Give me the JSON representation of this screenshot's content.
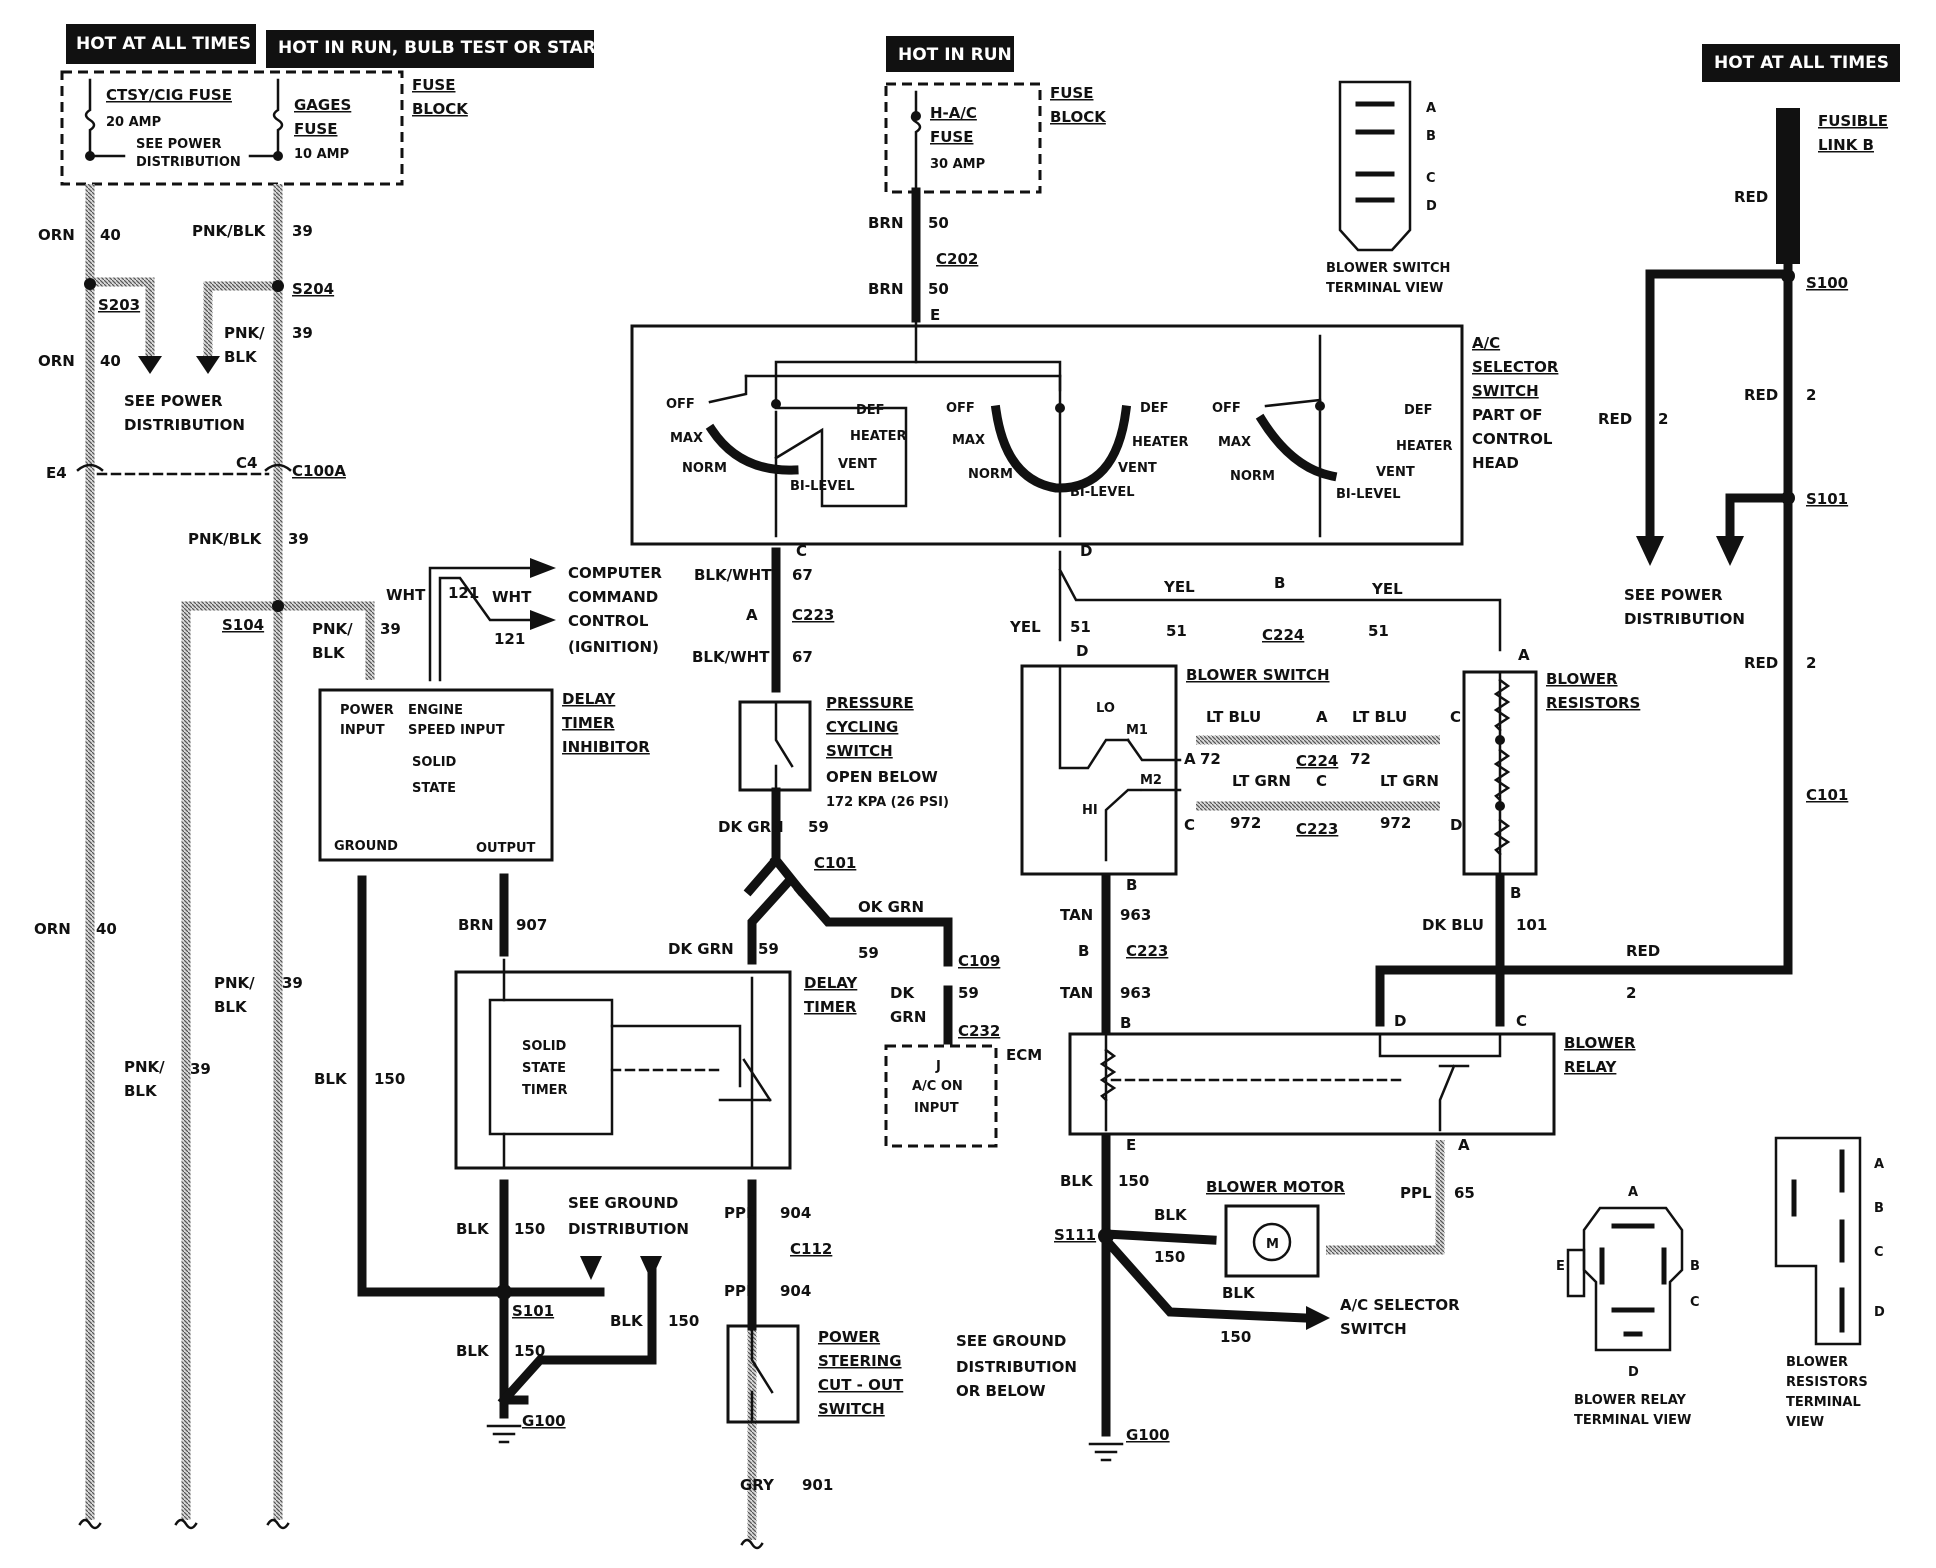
{
  "headers": {
    "hot_left": "HOT AT ALL TIMES",
    "hot_run_bulb": "HOT IN RUN,  BULB TEST OR START",
    "hot_run": "HOT IN RUN",
    "hot_right": "HOT AT ALL TIMES"
  },
  "fuse_block_left": {
    "label1": "FUSE",
    "label2": "BLOCK",
    "ctsy_fuse": "CTSY/CIG FUSE",
    "ctsy_amp": "20 AMP",
    "see_power1": "SEE POWER",
    "see_power2": "DISTRIBUTION",
    "gages1": "GAGES",
    "gages2": "FUSE",
    "gages_amp": "10 AMP"
  },
  "fuse_block_center": {
    "label1": "FUSE",
    "label2": "BLOCK",
    "hac1": "H-A/C",
    "hac2": "FUSE",
    "amp": "30 AMP"
  },
  "left_wiring": {
    "orn": "ORN",
    "n40": "40",
    "pnkblk": "PNK/BLK",
    "n39": "39",
    "s203": "S203",
    "s204": "S204",
    "pnk": "PNK/",
    "blk": "BLK",
    "see_power1": "SEE POWER",
    "see_power2": "DISTRIBUTION",
    "e4": "E4",
    "c4": "C4",
    "c100a": "C100A",
    "s104": "S104"
  },
  "delay_timer_inhibitor": {
    "label1": "DELAY",
    "label2": "TIMER",
    "label3": "INHIBITOR",
    "power1": "POWER",
    "power2": "INPUT",
    "engine1": "ENGINE",
    "engine2": "SPEED INPUT",
    "solid1": "SOLID",
    "solid2": "STATE",
    "ground": "GROUND",
    "output": "OUTPUT",
    "wht": "WHT",
    "n121": "121",
    "ccc1": "COMPUTER",
    "ccc2": "COMMAND",
    "ccc3": "CONTROL",
    "ccc4": "(IGNITION)",
    "pnk": "PNK/",
    "blk": "BLK",
    "n39": "39",
    "brn": "BRN",
    "n907": "907",
    "blk150": "BLK",
    "n150": "150"
  },
  "delay_timer": {
    "label1": "DELAY",
    "label2": "TIMER",
    "inner1": "SOLID",
    "inner2": "STATE",
    "inner3": "TIMER",
    "dkgrn": "DK GRN",
    "n59": "59"
  },
  "ground_left": {
    "see1": "SEE GROUND",
    "see2": "DISTRIBUTION",
    "blk": "BLK",
    "n150": "150",
    "s101": "S101",
    "g100": "G100"
  },
  "center_wiring": {
    "brn": "BRN",
    "n50": "50",
    "c202": "C202",
    "e": "E",
    "c": "C",
    "blkwht": "BLK/WHT",
    "n67": "67",
    "a": "A",
    "c223": "C223",
    "pressure1": "PRESSURE",
    "pressure2": "CYCLING",
    "pressure3": "SWITCH",
    "open1": "OPEN BELOW",
    "open2": "172 KPA (26 PSI)",
    "dkgrn": "DK GRN",
    "n59": "59",
    "c101": "C101",
    "okgrn": "OK GRN",
    "c109": "C109",
    "dk": "DK",
    "grn": "GRN",
    "c232": "C232",
    "ecm": "ECM",
    "j": "J",
    "acon1": "A/C ON",
    "acon2": "INPUT",
    "ppl": "PPL",
    "n904": "904",
    "c112": "C112",
    "ps1": "POWER",
    "ps2": "STEERING",
    "ps3": "CUT - OUT",
    "ps4": "SWITCH",
    "gry": "GRY",
    "n901": "901"
  },
  "ac_selector": {
    "label1": "A/C",
    "label2": "SELECTOR",
    "label3": "SWITCH",
    "label4": "PART OF",
    "label5": "CONTROL",
    "label6": "HEAD",
    "off": "OFF",
    "max": "MAX",
    "norm": "NORM",
    "def": "DEF",
    "heater": "HEATER",
    "vent": "VENT",
    "bilevel": "BI-LEVEL"
  },
  "blower_switch_view": {
    "a": "A",
    "b": "B",
    "c": "C",
    "d": "D",
    "cap1": "BLOWER SWITCH",
    "cap2": "TERMINAL VIEW"
  },
  "blower_circuit": {
    "d": "D",
    "yel": "YEL",
    "n51": "51",
    "b": "B",
    "c224": "C224",
    "blower_switch": "BLOWER SWITCH",
    "lo": "LO",
    "hi": "HI",
    "m1": "M1",
    "m2": "M2",
    "a": "A",
    "c": "C",
    "ltblu": "LT BLU",
    "n72": "72",
    "ltgrn": "LT GRN",
    "n972": "972",
    "c223": "C223",
    "resistors1": "BLOWER",
    "resistors2": "RESISTORS",
    "tan": "TAN",
    "n963": "963",
    "dkblu": "DK BLU",
    "n101": "101",
    "relay1": "BLOWER",
    "relay2": "RELAY",
    "e": "E",
    "blk": "BLK",
    "n150": "150",
    "motor": "BLOWER MOTOR",
    "m": "M",
    "ppl": "PPL",
    "n65": "65",
    "s111": "S111",
    "acsel1": "A/C SELECTOR",
    "acsel2": "SWITCH",
    "see1": "SEE GROUND",
    "see2": "DISTRIBUTION",
    "see3": "OR BELOW",
    "g100": "G100"
  },
  "right_wiring": {
    "fusible1": "FUSIBLE",
    "fusible2": "LINK B",
    "red": "RED",
    "s100": "S100",
    "n2": "2",
    "s101": "S101",
    "see1": "SEE POWER",
    "see2": "DISTRIBUTION",
    "c101": "C101"
  },
  "relay_view": {
    "a": "A",
    "b": "B",
    "c": "C",
    "d": "D",
    "e": "E",
    "cap1": "BLOWER RELAY",
    "cap2": "TERMINAL VIEW"
  },
  "resistor_view": {
    "a": "A",
    "b": "B",
    "c": "C",
    "d": "D",
    "cap1": "BLOWER",
    "cap2": "RESISTORS",
    "cap3": "TERMINAL",
    "cap4": "VIEW"
  }
}
